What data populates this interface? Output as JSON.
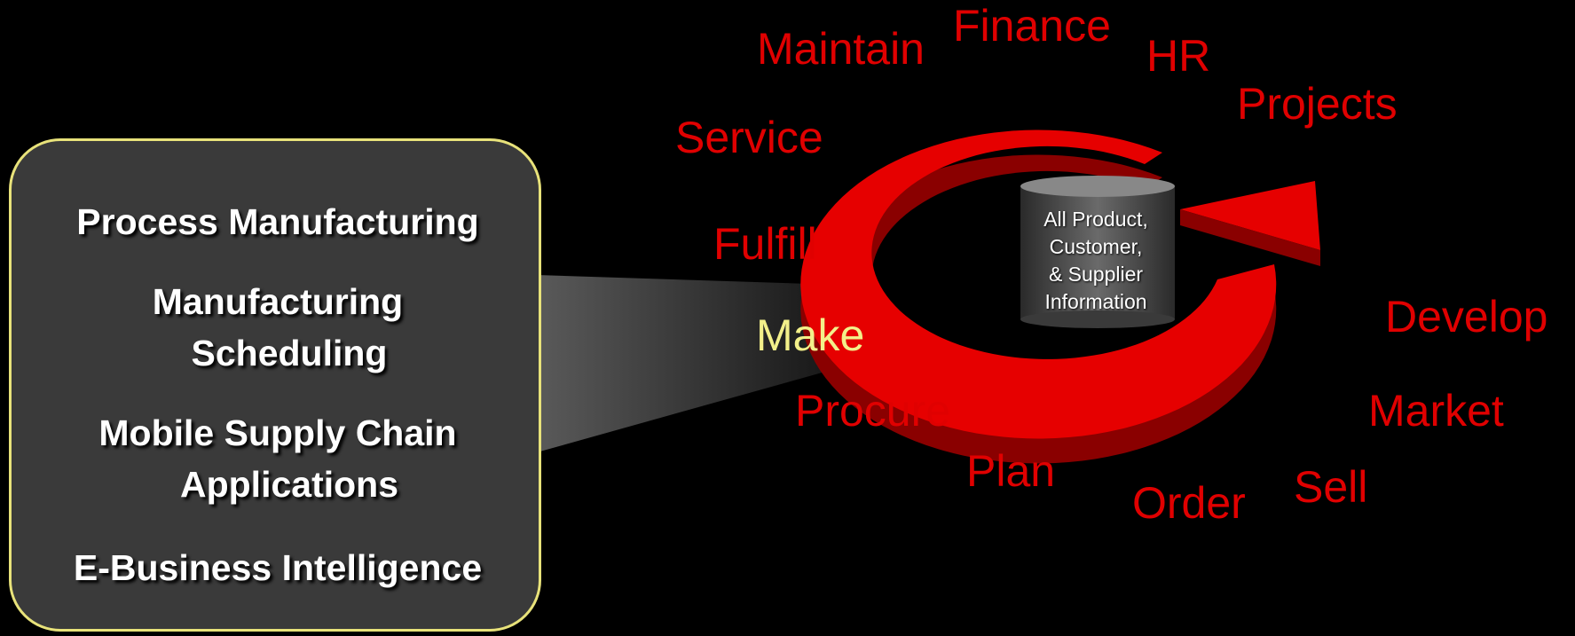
{
  "colors": {
    "background": "#000000",
    "label": "#e00000",
    "highlight": "#f3f08a",
    "arrow": "#e60000",
    "panel": "#3a3a3a",
    "panel_border": "#e8e27a"
  },
  "panel": {
    "items": [
      "Process Manufacturing",
      "Manufacturing",
      "Scheduling",
      "Mobile Supply Chain",
      "Applications",
      "E-Business Intelligence"
    ]
  },
  "cycle": {
    "center_text": [
      "All Product,",
      "Customer,",
      "& Supplier",
      "Information"
    ],
    "labels": {
      "finance": "Finance",
      "maintain": "Maintain",
      "hr": "HR",
      "projects": "Projects",
      "service": "Service",
      "fulfill": "Fulfill",
      "make": "Make",
      "procure": "Procure",
      "plan": "Plan",
      "order": "Order",
      "sell": "Sell",
      "market": "Market",
      "develop": "Develop"
    },
    "highlighted": "Make"
  }
}
